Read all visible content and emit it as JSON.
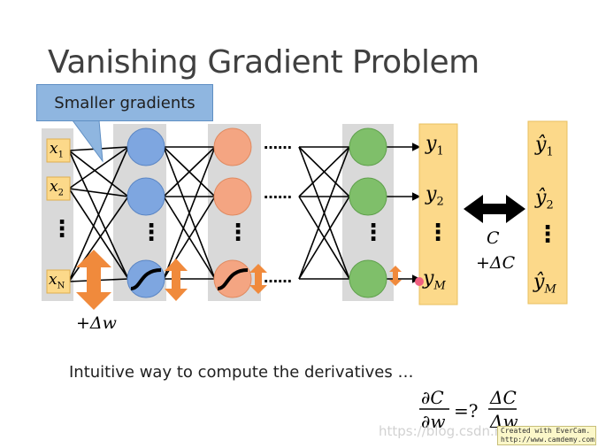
{
  "slide": {
    "title": "Vanishing Gradient Problem",
    "callout": "Smaller gradients",
    "bottom_text": "Intuitive way to compute the derivatives …"
  },
  "diagram": {
    "inputs": [
      {
        "base": "x",
        "sub": "1"
      },
      {
        "base": "x",
        "sub": "2"
      },
      {
        "base": "x",
        "sub": "N"
      }
    ],
    "vdots": "⋮",
    "hdots": "……",
    "outputs": [
      {
        "base": "y",
        "sub": "1"
      },
      {
        "base": "y",
        "sub": "2"
      },
      {
        "base": "y",
        "sub": "M"
      }
    ],
    "targets": [
      {
        "base": "ŷ",
        "sub": "1"
      },
      {
        "base": "ŷ",
        "sub": "2"
      },
      {
        "base": "ŷ",
        "sub": "M"
      }
    ],
    "cost_label": "C",
    "delta_cost_label": "+ΔC",
    "delta_w_label": "+Δw",
    "formula": {
      "lhs_num": "∂C",
      "lhs_den": "∂w",
      "relation": "=?",
      "rhs_num": "ΔC",
      "rhs_den": "Δw"
    }
  },
  "overlay": {
    "watermark": "https://blog.csdn.net/...",
    "camtasia_line1": "Created with EverCam.",
    "camtasia_line2": "http://www.camdemy.com"
  },
  "colors": {
    "blue_neuron": "#7ea6e0",
    "orange_neuron": "#f4a582",
    "green_neuron": "#7fbf6a",
    "arrow_orange": "#f08a3c",
    "output_box": "#fcd98a",
    "input_box": "#fcd98a",
    "column_gray": "#d9d9d9"
  }
}
